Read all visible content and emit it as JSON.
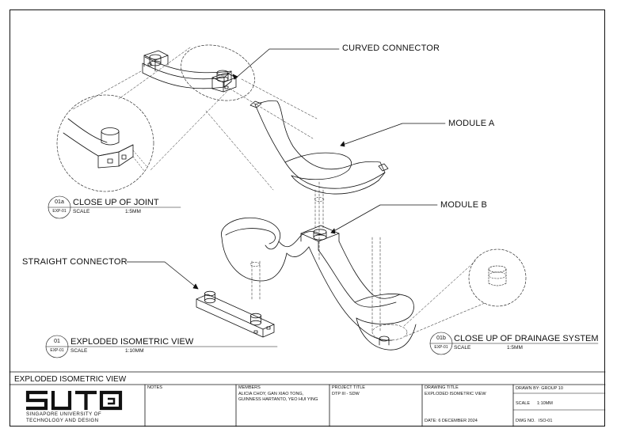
{
  "callouts": {
    "curved_connector": "CURVED CONNECTOR",
    "module_a": "MODULE A",
    "module_b": "MODULE B",
    "straight_connector": "STRAIGHT CONNECTOR"
  },
  "views": {
    "joint": {
      "id": "01a",
      "ref": "EXP-01",
      "title": "CLOSE UP OF JOINT",
      "scale_label": "SCALE",
      "scale": "1:5MM"
    },
    "iso": {
      "id": "01",
      "ref": "EXP-01",
      "title": "EXPLODED ISOMETRIC VIEW",
      "scale_label": "SCALE",
      "scale": "1:10MM"
    },
    "drain": {
      "id": "01b",
      "ref": "EXP-01",
      "title": "CLOSE UP OF DRAINAGE SYSTEM",
      "scale_label": "SCALE",
      "scale": "1:5MM"
    }
  },
  "title_block": {
    "sheet_title": "EXPLODED ISOMETRIC VIEW",
    "notes_label": "NOTES",
    "members_label": "MEMBERS",
    "members_lines": [
      "ALICIA CHOY, GAN XIAO TONG,",
      "GUINNESS HARTANTO, YEO HUI YING"
    ],
    "project_label": "PROJECT TITLE",
    "project": "DTP III - SDW",
    "drawing_title_label": "DRAWING TITLE",
    "drawing_title": "EXPLODED ISOMETRIC VIEW",
    "date": "DATE: 6 DECEMBER 2024",
    "drawn_by": "DRAWN BY: GROUP 10",
    "scale_label": "SCALE",
    "scale": "1:10MM",
    "dwg_label": "DWG NO.",
    "dwg": "ISO-01",
    "logo_text": "SUTD",
    "logo_sub": [
      "SINGAPORE UNIVERSITY OF",
      "TECHNOLOGY AND DESIGN"
    ]
  }
}
